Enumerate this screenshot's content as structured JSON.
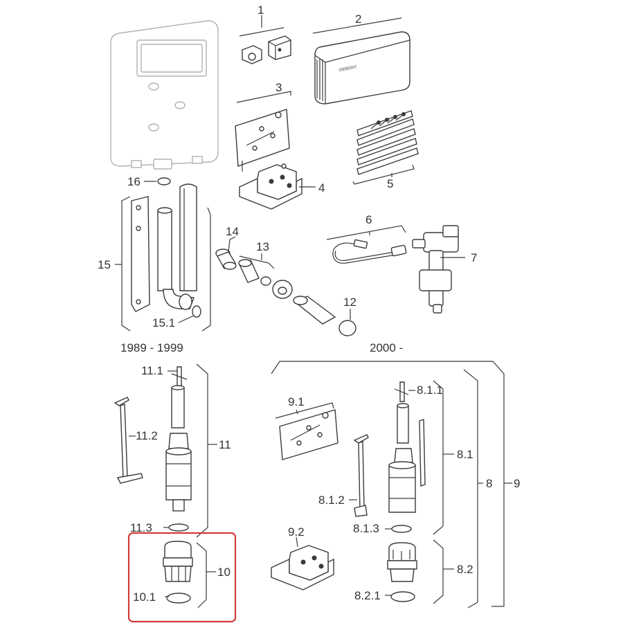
{
  "diagram": {
    "highlight_color": "#d23a3a",
    "era_labels": {
      "old": "1989 - 1999",
      "new": "2000 -"
    },
    "labels": {
      "p1": "1",
      "p2": "2",
      "p3": "3",
      "p4": "4",
      "p5": "5",
      "p6": "6",
      "p7": "7",
      "p8": "8",
      "p8_1": "8.1",
      "p8_1_1": "8.1.1",
      "p8_1_2": "8.1.2",
      "p8_1_3": "8.1.3",
      "p8_2": "8.2",
      "p8_2_1": "8.2.1",
      "p9": "9",
      "p9_1": "9.1",
      "p9_2": "9.2",
      "p10": "10",
      "p10_1": "10.1",
      "p11": "11",
      "p11_1": "11.1",
      "p11_2": "11.2",
      "p11_3": "11.3",
      "p12": "12",
      "p13": "13",
      "p14": "14",
      "p15": "15",
      "p15_1": "15.1",
      "p16": "16"
    }
  }
}
